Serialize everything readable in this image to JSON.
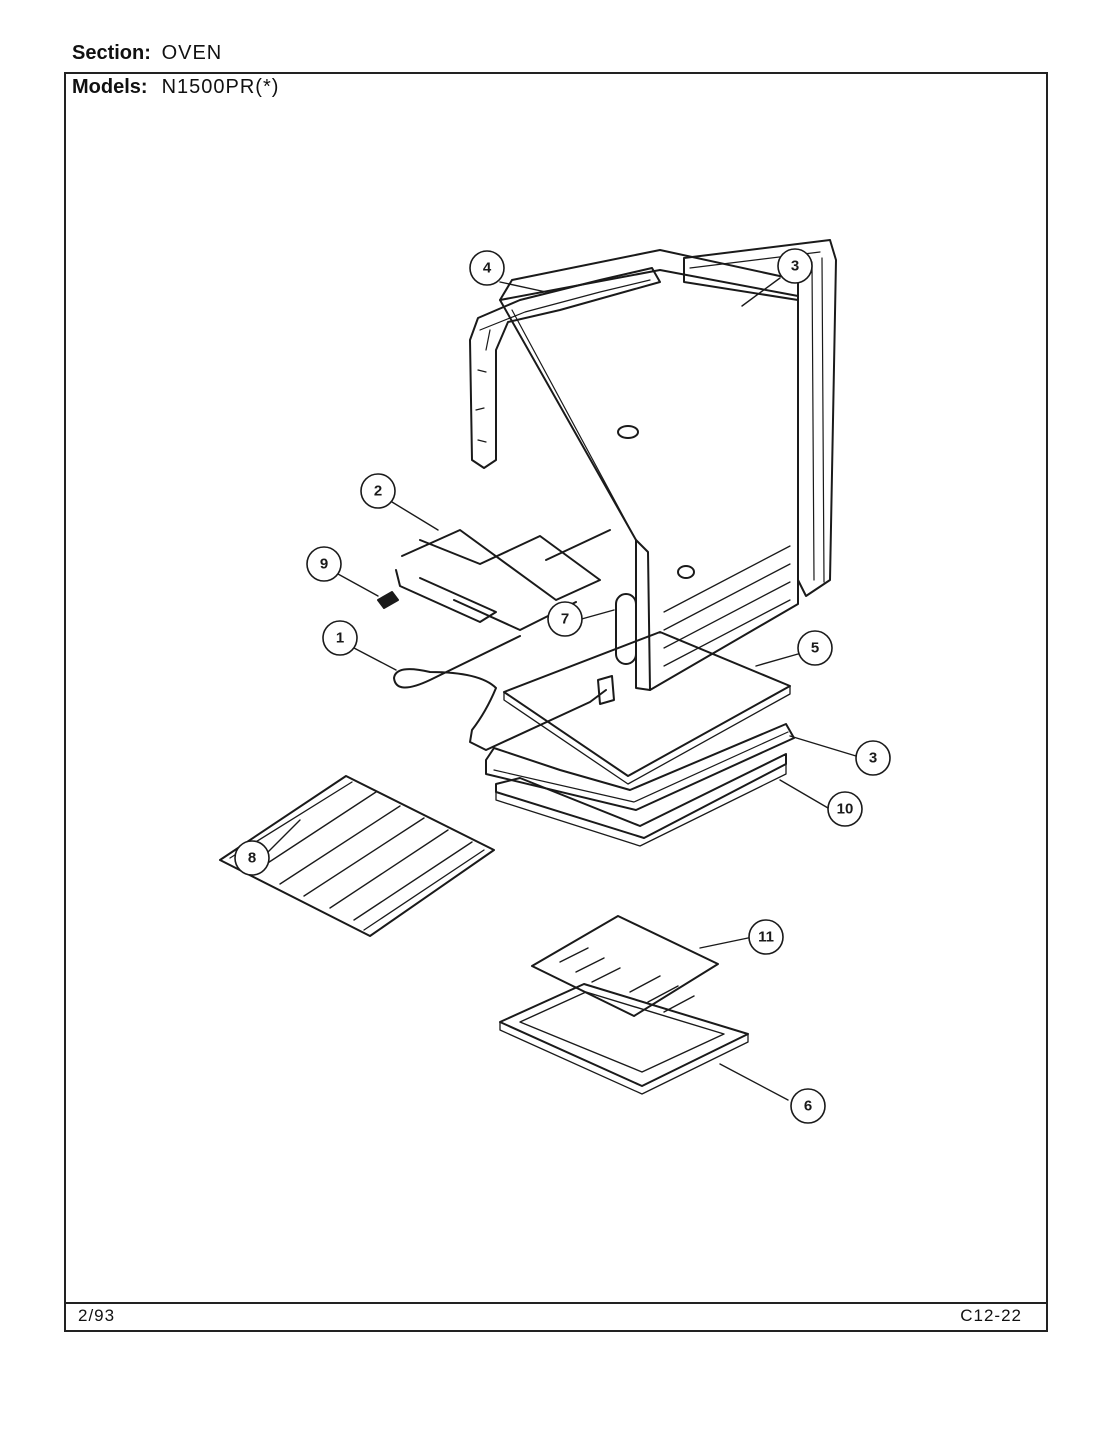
{
  "header": {
    "section_label": "Section:",
    "section_value": "OVEN",
    "models_label": "Models:",
    "models_value": "N1500PR(*)"
  },
  "footer": {
    "date_code": "2/93",
    "page_code": "C12-22"
  },
  "callouts": [
    "1",
    "2",
    "3",
    "4",
    "5",
    "6",
    "7",
    "8",
    "9",
    "10",
    "11"
  ]
}
